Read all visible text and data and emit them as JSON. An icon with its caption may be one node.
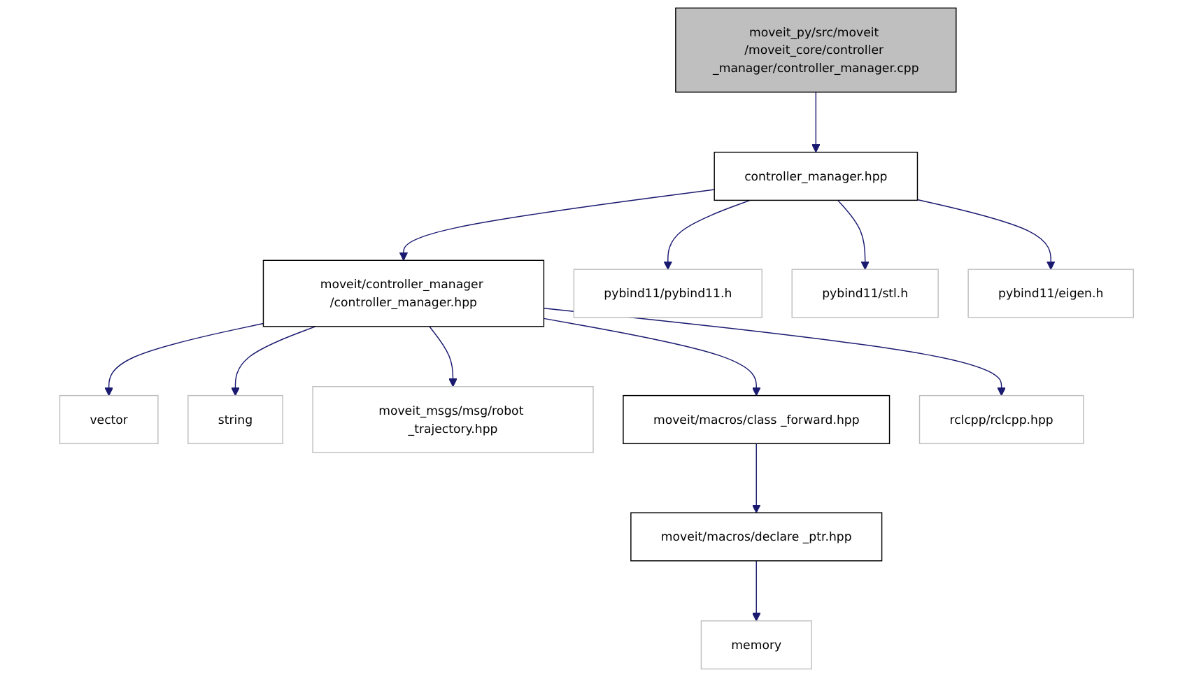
{
  "diagram": {
    "nodes": [
      {
        "text": [
          "moveit_py/src/moveit /moveit_core/controller _manager/controller_manager.cpp"
        ]
      },
      {
        "text": [
          "controller_manager.hpp"
        ]
      },
      {
        "text": [
          "moveit/controller_manager /controller_manager.hpp"
        ]
      },
      {
        "text": [
          "pybind11/pybind11.h"
        ]
      },
      {
        "text": [
          "pybind11/stl.h"
        ]
      },
      {
        "text": [
          "pybind11/eigen.h"
        ]
      },
      {
        "text": [
          "vector"
        ]
      },
      {
        "text": [
          "string"
        ]
      },
      {
        "text": [
          "moveit_msgs/msg/robot _trajectory.hpp"
        ]
      },
      {
        "text": [
          "moveit/macros/class _forward.hpp"
        ]
      },
      {
        "text": [
          "rclcpp/rclcpp.hpp"
        ]
      },
      {
        "text": [
          "moveit/macros/declare _ptr.hpp"
        ]
      },
      {
        "text": [
          "memory"
        ]
      }
    ],
    "edges": [
      {
        "from": 0,
        "to": 1,
        "arrow": "to"
      },
      {
        "from": 1,
        "to": 2,
        "arrow": "to"
      },
      {
        "from": 1,
        "to": 3,
        "arrow": "to"
      },
      {
        "from": 1,
        "to": 4,
        "arrow": "to"
      },
      {
        "from": 1,
        "to": 5,
        "arrow": "to"
      },
      {
        "from": 2,
        "to": 6,
        "arrow": "to"
      },
      {
        "from": 2,
        "to": 7,
        "arrow": "to"
      },
      {
        "from": 2,
        "to": 8,
        "arrow": "to"
      },
      {
        "from": 2,
        "to": 9,
        "arrow": "to"
      },
      {
        "from": 2,
        "to": 10,
        "arrow": "to"
      },
      {
        "from": 9,
        "to": 11,
        "arrow": "to"
      },
      {
        "from": 11,
        "to": 12,
        "arrow": "to"
      }
    ]
  }
}
